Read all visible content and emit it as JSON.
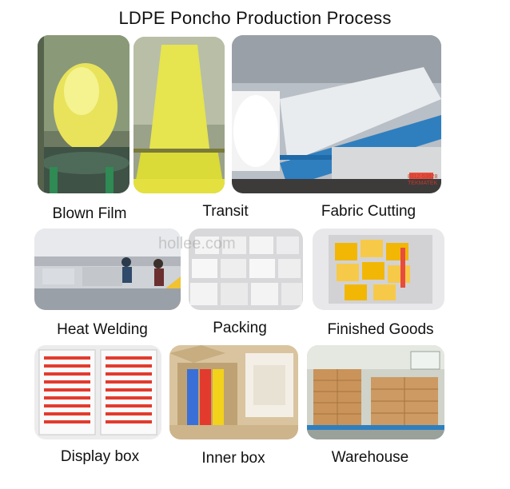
{
  "title": "LDPE Poncho Production Process",
  "watermark": "hollee.com",
  "steps": [
    {
      "label": "Blown Film"
    },
    {
      "label": "Transit"
    },
    {
      "label": "Fabric Cutting"
    },
    {
      "label": "Heat Welding"
    },
    {
      "label": "Packing"
    },
    {
      "label": "Finished Goods"
    },
    {
      "label": "Display box"
    },
    {
      "label": "Inner box"
    },
    {
      "label": "Warehouse"
    }
  ],
  "photo_texts": {
    "machine_label": "8312-53628\nTEKMATEK"
  }
}
